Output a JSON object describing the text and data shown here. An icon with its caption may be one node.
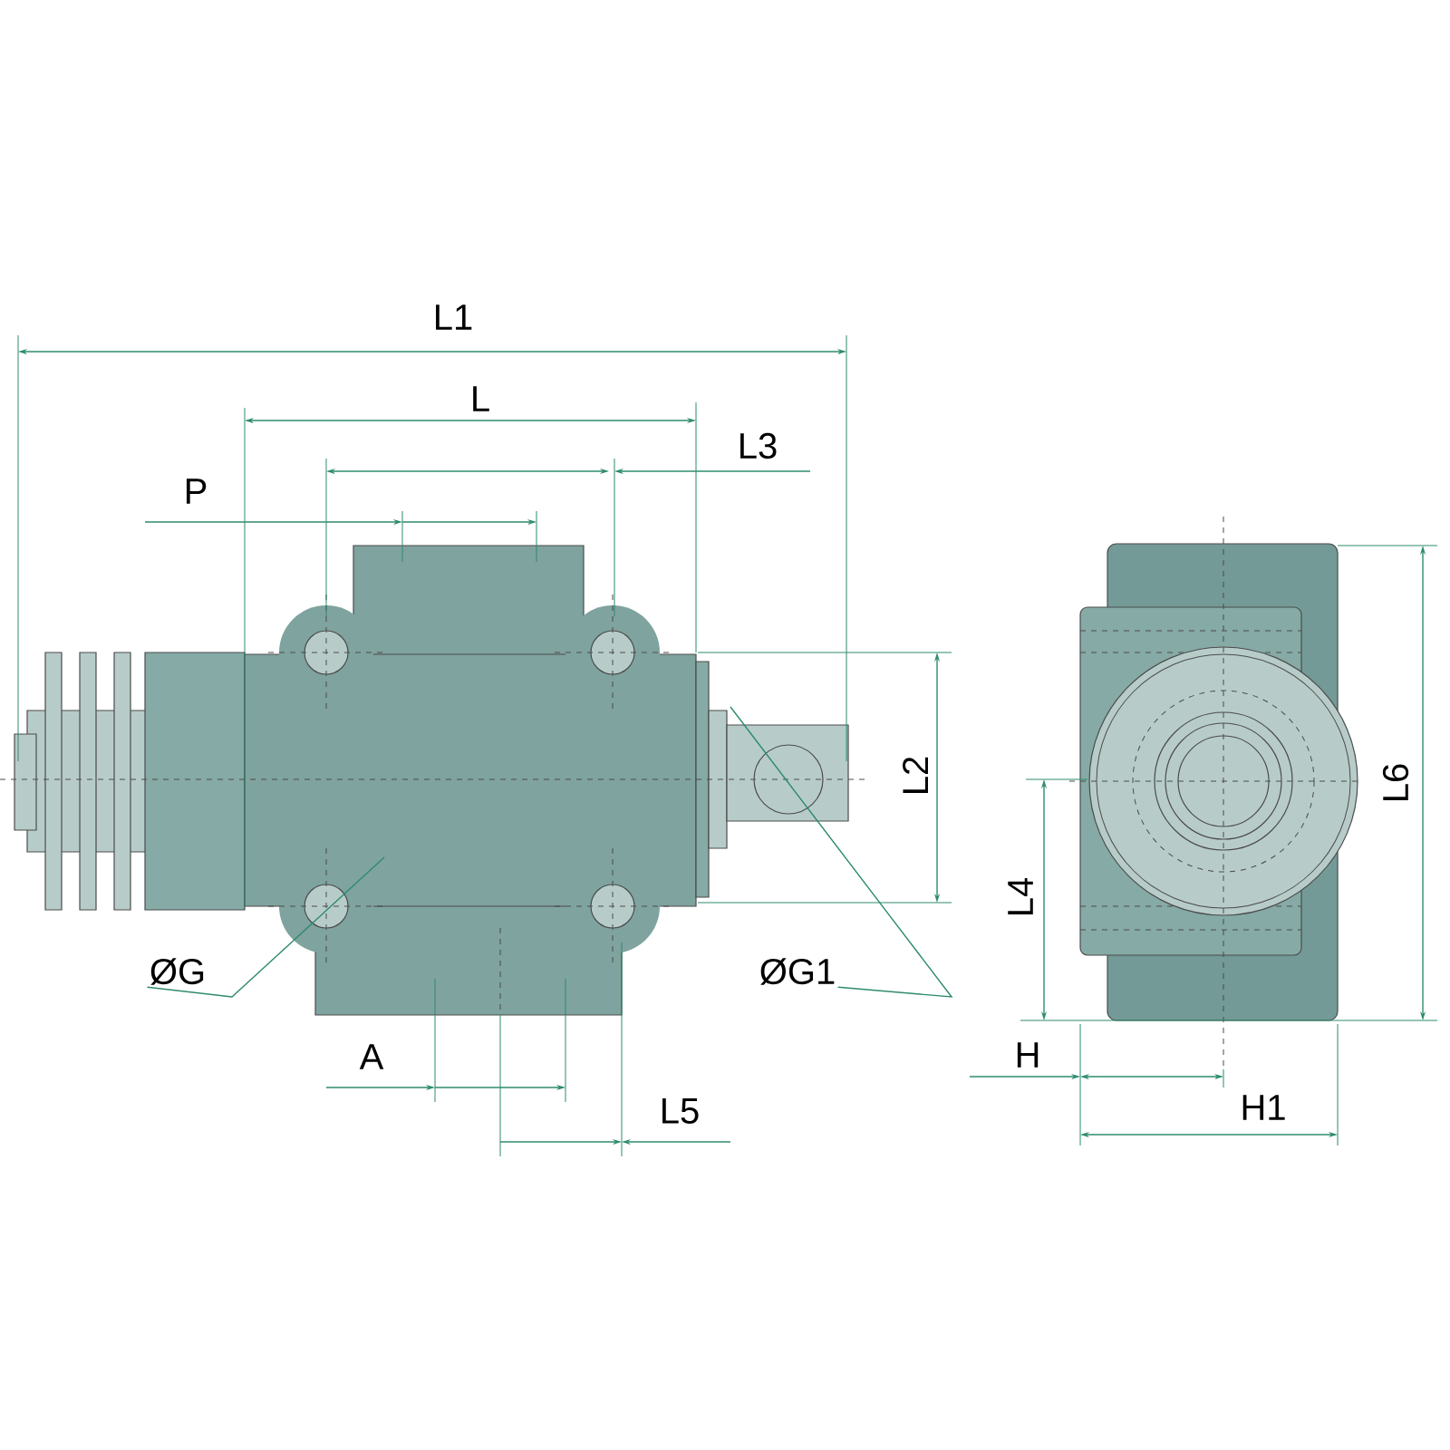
{
  "diagram": {
    "nodes": [
      {
        "text": [
          "ØG"
        ]
      },
      {
        "text": [
          "ØG1"
        ]
      }
    ],
    "edges": [
      {
        "from": 0,
        "to": null,
        "arrow": "none"
      },
      {
        "from": 1,
        "to": null,
        "arrow": "none"
      }
    ],
    "labels": [
      "L1",
      "L",
      "L3",
      "P",
      "L2",
      "L6",
      "L4",
      "A",
      "H",
      "L5",
      "H1"
    ]
  }
}
